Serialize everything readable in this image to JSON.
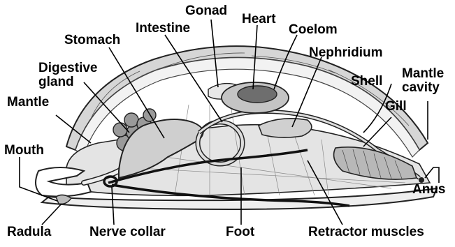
{
  "labels": {
    "gonad": "Gonad",
    "heart": "Heart",
    "intestine": "Intestine",
    "coelom": "Coelom",
    "stomach": "Stomach",
    "nephridium": "Nephridium",
    "digestive_gland": "Digestive\ngland",
    "shell": "Shell",
    "mantle_cavity": "Mantle\ncavity",
    "mantle": "Mantle",
    "gill": "Gill",
    "mouth": "Mouth",
    "anus": "Anus",
    "radula": "Radula",
    "nerve_collar": "Nerve collar",
    "foot": "Foot",
    "retractor_muscles": "Retractor muscles"
  }
}
